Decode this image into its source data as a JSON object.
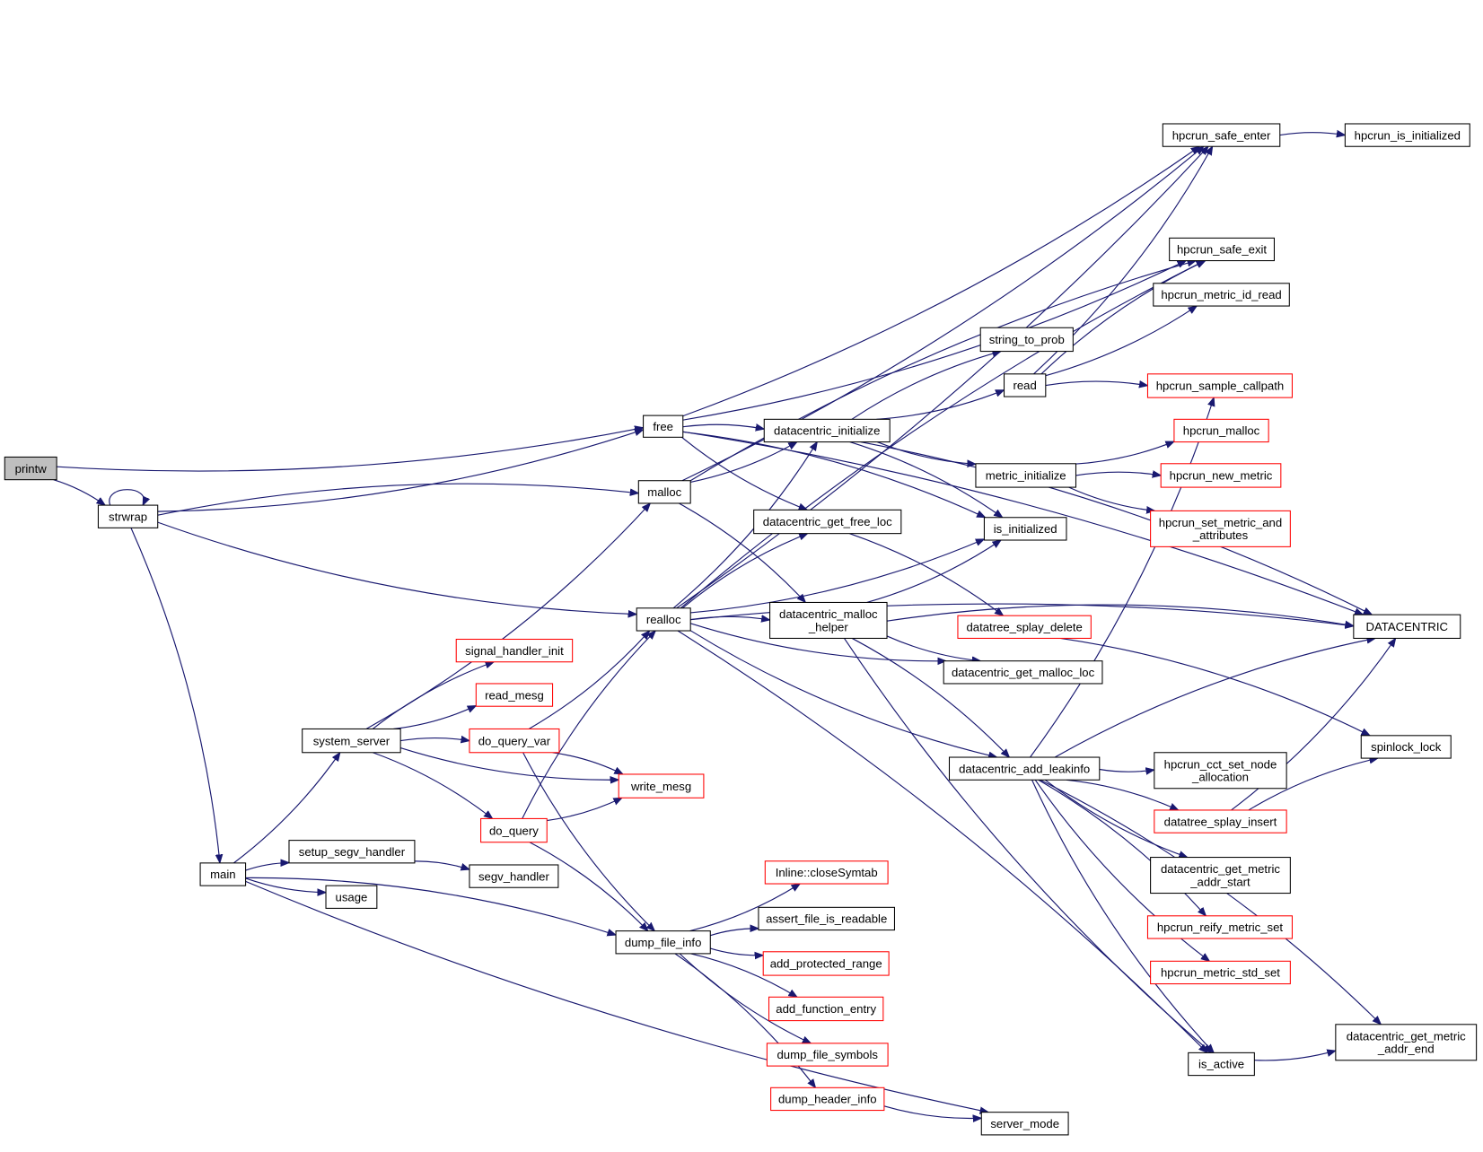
{
  "title": "Call graph for printw",
  "colors": {
    "edge": "#191970",
    "node_border": "#000000",
    "node_border_undocumented": "#ff0000",
    "root_fill": "#bfbfbf"
  },
  "nodes": [
    {
      "id": "printw",
      "label": [
        "printw"
      ],
      "style": "root"
    },
    {
      "id": "strwrap",
      "label": [
        "strwrap"
      ],
      "style": "normal"
    },
    {
      "id": "free",
      "label": [
        "free"
      ],
      "style": "normal"
    },
    {
      "id": "malloc",
      "label": [
        "malloc"
      ],
      "style": "normal"
    },
    {
      "id": "realloc",
      "label": [
        "realloc"
      ],
      "style": "normal"
    },
    {
      "id": "main",
      "label": [
        "main"
      ],
      "style": "normal"
    },
    {
      "id": "system_server",
      "label": [
        "system_server"
      ],
      "style": "normal"
    },
    {
      "id": "setup_segv_handler",
      "label": [
        "setup_segv_handler"
      ],
      "style": "normal"
    },
    {
      "id": "usage",
      "label": [
        "usage"
      ],
      "style": "normal"
    },
    {
      "id": "segv_handler",
      "label": [
        "segv_handler"
      ],
      "style": "normal"
    },
    {
      "id": "signal_handler_init",
      "label": [
        "signal_handler_init"
      ],
      "style": "red"
    },
    {
      "id": "read_mesg",
      "label": [
        "read_mesg"
      ],
      "style": "red"
    },
    {
      "id": "do_query_var",
      "label": [
        "do_query_var"
      ],
      "style": "red"
    },
    {
      "id": "do_query",
      "label": [
        "do_query"
      ],
      "style": "red"
    },
    {
      "id": "write_mesg",
      "label": [
        "write_mesg"
      ],
      "style": "red"
    },
    {
      "id": "dump_file_info",
      "label": [
        "dump_file_info"
      ],
      "style": "normal"
    },
    {
      "id": "inline_closesymtab",
      "label": [
        "Inline::closeSymtab"
      ],
      "style": "red"
    },
    {
      "id": "assert_file_is_readable",
      "label": [
        "assert_file_is_readable"
      ],
      "style": "normal"
    },
    {
      "id": "add_protected_range",
      "label": [
        "add_protected_range"
      ],
      "style": "red"
    },
    {
      "id": "add_function_entry",
      "label": [
        "add_function_entry"
      ],
      "style": "red"
    },
    {
      "id": "dump_file_symbols",
      "label": [
        "dump_file_symbols"
      ],
      "style": "red"
    },
    {
      "id": "dump_header_info",
      "label": [
        "dump_header_info"
      ],
      "style": "red"
    },
    {
      "id": "server_mode",
      "label": [
        "server_mode"
      ],
      "style": "normal"
    },
    {
      "id": "datacentric_initialize",
      "label": [
        "datacentric_initialize"
      ],
      "style": "normal"
    },
    {
      "id": "datacentric_get_free_loc",
      "label": [
        "datacentric_get_free_loc"
      ],
      "style": "normal"
    },
    {
      "id": "datacentric_malloc_helper",
      "label": [
        "datacentric_malloc",
        "_helper"
      ],
      "style": "normal"
    },
    {
      "id": "string_to_prob",
      "label": [
        "string_to_prob"
      ],
      "style": "normal"
    },
    {
      "id": "read",
      "label": [
        "read"
      ],
      "style": "normal"
    },
    {
      "id": "metric_initialize",
      "label": [
        "metric_initialize"
      ],
      "style": "normal"
    },
    {
      "id": "is_initialized",
      "label": [
        "is_initialized"
      ],
      "style": "normal"
    },
    {
      "id": "datatree_splay_delete",
      "label": [
        "datatree_splay_delete"
      ],
      "style": "red"
    },
    {
      "id": "datacentric_get_malloc_loc",
      "label": [
        "datacentric_get_malloc_loc"
      ],
      "style": "normal"
    },
    {
      "id": "datacentric_add_leakinfo",
      "label": [
        "datacentric_add_leakinfo"
      ],
      "style": "normal"
    },
    {
      "id": "hpcrun_safe_enter",
      "label": [
        "hpcrun_safe_enter"
      ],
      "style": "normal"
    },
    {
      "id": "hpcrun_is_initialized",
      "label": [
        "hpcrun_is_initialized"
      ],
      "style": "normal"
    },
    {
      "id": "hpcrun_safe_exit",
      "label": [
        "hpcrun_safe_exit"
      ],
      "style": "normal"
    },
    {
      "id": "hpcrun_metric_id_read",
      "label": [
        "hpcrun_metric_id_read"
      ],
      "style": "normal"
    },
    {
      "id": "hpcrun_sample_callpath",
      "label": [
        "hpcrun_sample_callpath"
      ],
      "style": "red"
    },
    {
      "id": "hpcrun_malloc",
      "label": [
        "hpcrun_malloc"
      ],
      "style": "red"
    },
    {
      "id": "hpcrun_new_metric",
      "label": [
        "hpcrun_new_metric"
      ],
      "style": "red"
    },
    {
      "id": "hpcrun_set_metric_and_attributes",
      "label": [
        "hpcrun_set_metric_and",
        "_attributes"
      ],
      "style": "red"
    },
    {
      "id": "datacentric",
      "label": [
        "DATACENTRIC"
      ],
      "style": "normal"
    },
    {
      "id": "spinlock_lock",
      "label": [
        "spinlock_lock"
      ],
      "style": "normal"
    },
    {
      "id": "hpcrun_cct_set_node_allocation",
      "label": [
        "hpcrun_cct_set_node",
        "_allocation"
      ],
      "style": "normal"
    },
    {
      "id": "datatree_splay_insert",
      "label": [
        "datatree_splay_insert"
      ],
      "style": "red"
    },
    {
      "id": "datacentric_get_metric_addr_start",
      "label": [
        "datacentric_get_metric",
        "_addr_start"
      ],
      "style": "normal"
    },
    {
      "id": "hpcrun_reify_metric_set",
      "label": [
        "hpcrun_reify_metric_set"
      ],
      "style": "red"
    },
    {
      "id": "hpcrun_metric_std_set",
      "label": [
        "hpcrun_metric_std_set"
      ],
      "style": "red"
    },
    {
      "id": "is_active",
      "label": [
        "is_active"
      ],
      "style": "normal"
    },
    {
      "id": "datacentric_get_metric_addr_end",
      "label": [
        "datacentric_get_metric",
        "_addr_end"
      ],
      "style": "normal"
    }
  ],
  "edges": [
    [
      "printw",
      "strwrap"
    ],
    [
      "printw",
      "free"
    ],
    [
      "strwrap",
      "strwrap"
    ],
    [
      "strwrap",
      "free"
    ],
    [
      "strwrap",
      "malloc"
    ],
    [
      "strwrap",
      "realloc"
    ],
    [
      "strwrap",
      "main"
    ],
    [
      "free",
      "hpcrun_safe_enter"
    ],
    [
      "free",
      "datacentric"
    ],
    [
      "free",
      "hpcrun_safe_exit"
    ],
    [
      "free",
      "datacentric_initialize"
    ],
    [
      "free",
      "datacentric_get_free_loc"
    ],
    [
      "free",
      "is_initialized"
    ],
    [
      "malloc",
      "hpcrun_safe_enter"
    ],
    [
      "malloc",
      "hpcrun_safe_exit"
    ],
    [
      "malloc",
      "datacentric_initialize"
    ],
    [
      "malloc",
      "datacentric_malloc_helper"
    ],
    [
      "realloc",
      "hpcrun_safe_enter"
    ],
    [
      "realloc",
      "hpcrun_safe_exit"
    ],
    [
      "realloc",
      "datacentric_initialize"
    ],
    [
      "realloc",
      "datacentric_get_free_loc"
    ],
    [
      "realloc",
      "is_initialized"
    ],
    [
      "realloc",
      "datacentric_malloc_helper"
    ],
    [
      "realloc",
      "datacentric_get_malloc_loc"
    ],
    [
      "realloc",
      "datacentric"
    ],
    [
      "realloc",
      "datacentric_add_leakinfo"
    ],
    [
      "realloc",
      "is_active"
    ],
    [
      "main",
      "system_server"
    ],
    [
      "main",
      "setup_segv_handler"
    ],
    [
      "main",
      "usage"
    ],
    [
      "main",
      "dump_file_info"
    ],
    [
      "main",
      "server_mode"
    ],
    [
      "setup_segv_handler",
      "segv_handler"
    ],
    [
      "system_server",
      "malloc"
    ],
    [
      "system_server",
      "signal_handler_init"
    ],
    [
      "system_server",
      "read_mesg"
    ],
    [
      "system_server",
      "do_query_var"
    ],
    [
      "system_server",
      "write_mesg"
    ],
    [
      "system_server",
      "do_query"
    ],
    [
      "do_query_var",
      "realloc"
    ],
    [
      "do_query_var",
      "write_mesg"
    ],
    [
      "do_query_var",
      "dump_file_info"
    ],
    [
      "do_query",
      "realloc"
    ],
    [
      "do_query",
      "write_mesg"
    ],
    [
      "do_query",
      "dump_file_info"
    ],
    [
      "dump_file_info",
      "inline_closesymtab"
    ],
    [
      "dump_file_info",
      "assert_file_is_readable"
    ],
    [
      "dump_file_info",
      "add_protected_range"
    ],
    [
      "dump_file_info",
      "add_function_entry"
    ],
    [
      "dump_file_info",
      "dump_file_symbols"
    ],
    [
      "dump_file_info",
      "dump_header_info"
    ],
    [
      "dump_header_info",
      "server_mode"
    ],
    [
      "datacentric_initialize",
      "string_to_prob"
    ],
    [
      "datacentric_initialize",
      "read"
    ],
    [
      "datacentric_initialize",
      "datacentric"
    ],
    [
      "datacentric_initialize",
      "metric_initialize"
    ],
    [
      "datacentric_initialize",
      "is_initialized"
    ],
    [
      "read",
      "hpcrun_safe_enter"
    ],
    [
      "read",
      "hpcrun_safe_exit"
    ],
    [
      "read",
      "hpcrun_metric_id_read"
    ],
    [
      "read",
      "hpcrun_sample_callpath"
    ],
    [
      "metric_initialize",
      "hpcrun_malloc"
    ],
    [
      "metric_initialize",
      "hpcrun_new_metric"
    ],
    [
      "metric_initialize",
      "hpcrun_set_metric_and_attributes"
    ],
    [
      "datacentric_get_free_loc",
      "datatree_splay_delete"
    ],
    [
      "datacentric_malloc_helper",
      "is_initialized"
    ],
    [
      "datacentric_malloc_helper",
      "datacentric"
    ],
    [
      "datacentric_malloc_helper",
      "datacentric_get_malloc_loc"
    ],
    [
      "datacentric_malloc_helper",
      "datacentric_add_leakinfo"
    ],
    [
      "datacentric_malloc_helper",
      "is_active"
    ],
    [
      "datatree_splay_delete",
      "spinlock_lock"
    ],
    [
      "datacentric_add_leakinfo",
      "hpcrun_sample_callpath"
    ],
    [
      "datacentric_add_leakinfo",
      "datacentric"
    ],
    [
      "datacentric_add_leakinfo",
      "hpcrun_cct_set_node_allocation"
    ],
    [
      "datacentric_add_leakinfo",
      "datatree_splay_insert"
    ],
    [
      "datacentric_add_leakinfo",
      "datacentric_get_metric_addr_start"
    ],
    [
      "datacentric_add_leakinfo",
      "hpcrun_reify_metric_set"
    ],
    [
      "datacentric_add_leakinfo",
      "hpcrun_metric_std_set"
    ],
    [
      "datacentric_add_leakinfo",
      "datacentric_get_metric_addr_end"
    ],
    [
      "datacentric_add_leakinfo",
      "is_active"
    ],
    [
      "datatree_splay_insert",
      "spinlock_lock"
    ],
    [
      "datatree_splay_insert",
      "datacentric"
    ],
    [
      "hpcrun_safe_enter",
      "hpcrun_is_initialized"
    ],
    [
      "is_active",
      "datacentric_get_metric_addr_end"
    ]
  ]
}
